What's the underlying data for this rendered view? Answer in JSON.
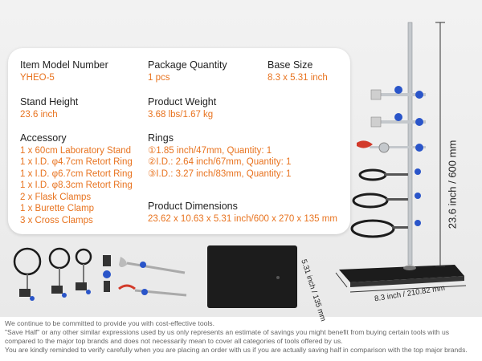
{
  "specs": {
    "model": {
      "label": "Item Model Number",
      "value": "YHEO-5"
    },
    "package": {
      "label": "Package Quantity",
      "value": "1 pcs"
    },
    "base": {
      "label": "Base Size",
      "value": "8.3 x 5.31 inch"
    },
    "height": {
      "label": "Stand Height",
      "value": "23.6 inch"
    },
    "weight": {
      "label": "Product Weight",
      "value": "3.68 lbs/1.67 kg"
    },
    "accessory": {
      "label": "Accessory",
      "items": [
        "1 x 60cm Laboratory Stand",
        "1 x I.D. φ4.7cm Retort Ring",
        "1 x I.D. φ6.7cm Retort Ring",
        "1 x I.D. φ8.3cm Retort Ring",
        "2 x Flask Clamps",
        "1 x Burette Clamp",
        "3 x Cross Clamps"
      ]
    },
    "rings": {
      "label": "Rings",
      "items": [
        "①1.85 inch/47mm, Quantity: 1",
        "②I.D.: 2.64 inch/67mm, Quantity: 1",
        "③I.D.: 3.27 inch/83mm, Quantity: 1"
      ]
    },
    "dimensions": {
      "label": "Product Dimensions",
      "value": "23.62 x 10.63 x 5.31 inch/600 x 270 x 135 mm"
    }
  },
  "annotations": {
    "vertical": "23.6 inch / 600 mm",
    "base_depth": "5.31 inch / 135 mm",
    "base_width": "8.3 inch / 210.82 mm"
  },
  "colors": {
    "accent": "#e8731f",
    "clamp_blue": "#2a55c9",
    "metal": "#bfc3c7",
    "base": "#1c1c1c"
  },
  "disclaimer": [
    "We continue to be committed to provide you with cost-effective tools.",
    "\"Save Half\" or any other similar expressions used by us only represents an estimate of savings you might benefit from buying certain tools with us",
    "compared to the major top brands and does not necessarily mean to cover all categories of tools offered by us.",
    "You are kindly reminded to verify carefully when you are placing an order with us if you are actually saving half in comparison with the top major brands."
  ]
}
